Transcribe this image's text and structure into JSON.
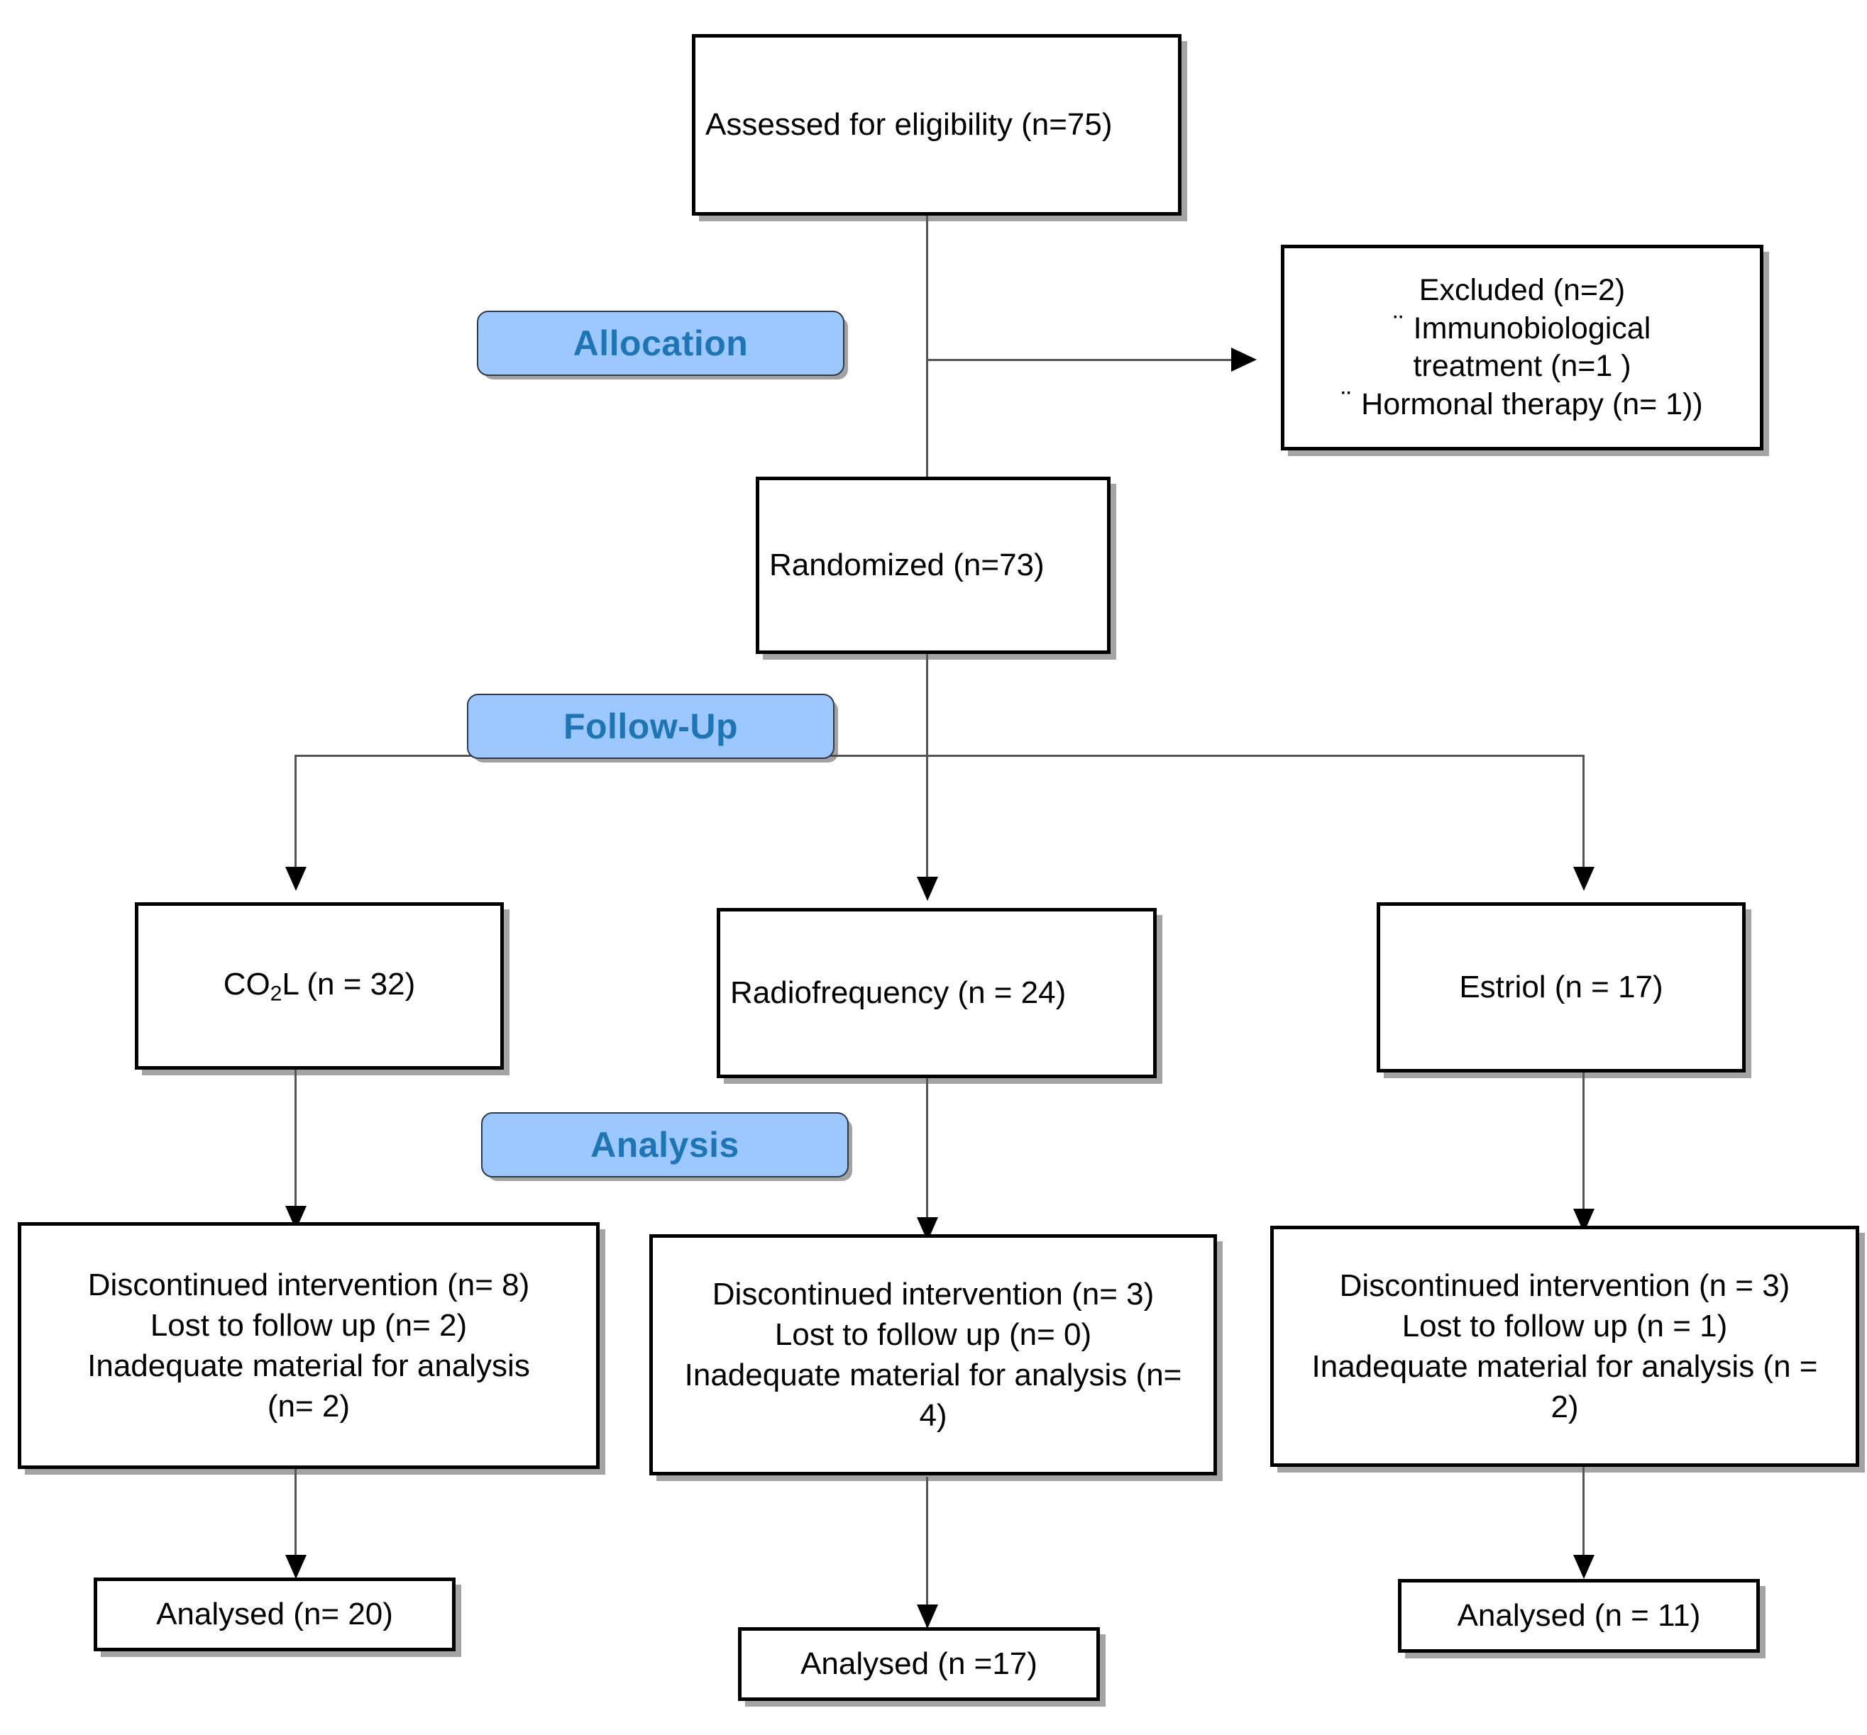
{
  "diagram": {
    "title": "CONSORT participant flow diagram",
    "accent_fill": "#9cc8ff",
    "accent_text": "#1f75b3",
    "box_border": "#000000",
    "connector_color": "#545454"
  },
  "stages": {
    "allocation": "Allocation",
    "follow_up": "Follow-Up",
    "analysis": "Analysis"
  },
  "nodes": {
    "assessed": "Assessed for eligibility (n=75)",
    "excluded": {
      "heading": "Excluded (n=2)",
      "bullet_glyph": "¨",
      "reason_1_line_1": "Immunobiological",
      "reason_1_line_2": "treatment (n=1 )",
      "reason_2": "Hormonal therapy (n= 1))"
    },
    "randomized": "Randomized (n=73)",
    "arms": [
      {
        "key": "co2l",
        "label_prefix": "CO",
        "label_sub": "2",
        "label_suffix": "L (n = 32)",
        "label_plain": "CO2L (n = 32)"
      },
      {
        "key": "radiofrequency",
        "label_plain": "Radiofrequency (n = 24)"
      },
      {
        "key": "estriol",
        "label_plain": "Estriol (n = 17)"
      }
    ],
    "attrition": [
      {
        "key": "co2l",
        "line_1": "Discontinued intervention (n= 8)",
        "line_2": "Lost to follow up (n= 2)",
        "line_3": "Inadequate material for analysis",
        "line_4": "(n= 2)"
      },
      {
        "key": "radiofrequency",
        "line_1": "Discontinued intervention (n= 3)",
        "line_2": "Lost to follow up (n= 0)",
        "line_3": "Inadequate material for analysis (n=",
        "line_4": "4)"
      },
      {
        "key": "estriol",
        "line_1": "Discontinued intervention (n = 3)",
        "line_2": "Lost to follow up (n = 1)",
        "line_3": "Inadequate material for analysis (n =",
        "line_4": "2)"
      }
    ],
    "analysed": [
      {
        "key": "co2l",
        "label": "Analysed (n= 20)"
      },
      {
        "key": "radiofrequency",
        "label": "Analysed (n =17)"
      },
      {
        "key": "estriol",
        "label": "Analysed (n = 11)"
      }
    ]
  },
  "chart_data": {
    "type": "diagram",
    "flow": "CONSORT",
    "assessed_for_eligibility": 75,
    "excluded_total": 2,
    "excluded_reasons": [
      {
        "reason": "Immunobiological treatment",
        "n": 1
      },
      {
        "reason": "Hormonal therapy",
        "n": 1
      }
    ],
    "randomized": 73,
    "arms": [
      {
        "name": "CO2L",
        "allocated": 32,
        "discontinued_intervention": 8,
        "lost_to_follow_up": 2,
        "inadequate_material_for_analysis": 2,
        "analysed": 20
      },
      {
        "name": "Radiofrequency",
        "allocated": 24,
        "discontinued_intervention": 3,
        "lost_to_follow_up": 0,
        "inadequate_material_for_analysis": 4,
        "analysed": 17
      },
      {
        "name": "Estriol",
        "allocated": 17,
        "discontinued_intervention": 3,
        "lost_to_follow_up": 1,
        "inadequate_material_for_analysis": 2,
        "analysed": 11
      }
    ],
    "stage_labels": [
      "Allocation",
      "Follow-Up",
      "Analysis"
    ]
  }
}
